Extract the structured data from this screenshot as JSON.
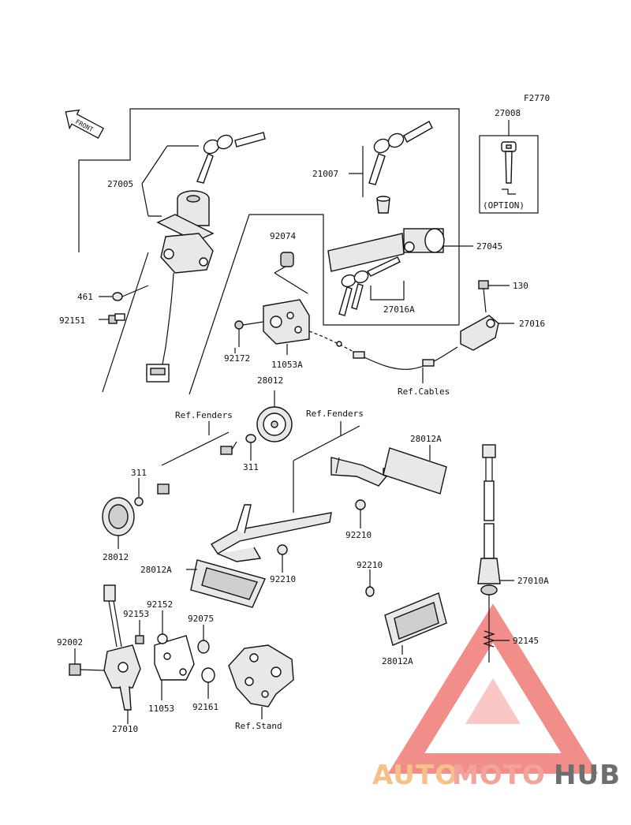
{
  "figure_code": "F2770",
  "front_arrow_label": "FRONT",
  "option_box": {
    "part": "27008",
    "caption": "(OPTION)"
  },
  "labels": {
    "p27005": "27005",
    "p21007": "21007",
    "p27045": "27045",
    "p92074": "92074",
    "p461": "461",
    "p92151": "92151",
    "p27016A": "27016A",
    "p130": "130",
    "p27016": "27016",
    "p92172": "92172",
    "p11053A": "11053A",
    "p28012_top": "28012",
    "ref_cables": "Ref.Cables",
    "ref_fenders_left": "Ref.Fenders",
    "ref_fenders_right": "Ref.Fenders",
    "p28012A_top": "28012A",
    "p311_mid": "311",
    "p311_left": "311",
    "p92210_a": "92210",
    "p28012_left": "28012",
    "p28012A_mid": "28012A",
    "p92210_b": "92210",
    "p92210_c": "92210",
    "p27010A": "27010A",
    "p92152": "92152",
    "p92153": "92153",
    "p92075": "92075",
    "p92002": "92002",
    "p92145": "92145",
    "p28012A_bot": "28012A",
    "p11053": "11053",
    "p92161": "92161",
    "p27010": "27010",
    "ref_stand": "Ref.Stand"
  },
  "watermark": {
    "part1": "AUTO",
    "part2": "MOTO",
    "part3": "HUB"
  },
  "colors": {
    "line": "#111111",
    "watermark_red": "#e8322b",
    "watermark_orange": "#f5a55a",
    "watermark_gray": "#5a5a5a"
  }
}
